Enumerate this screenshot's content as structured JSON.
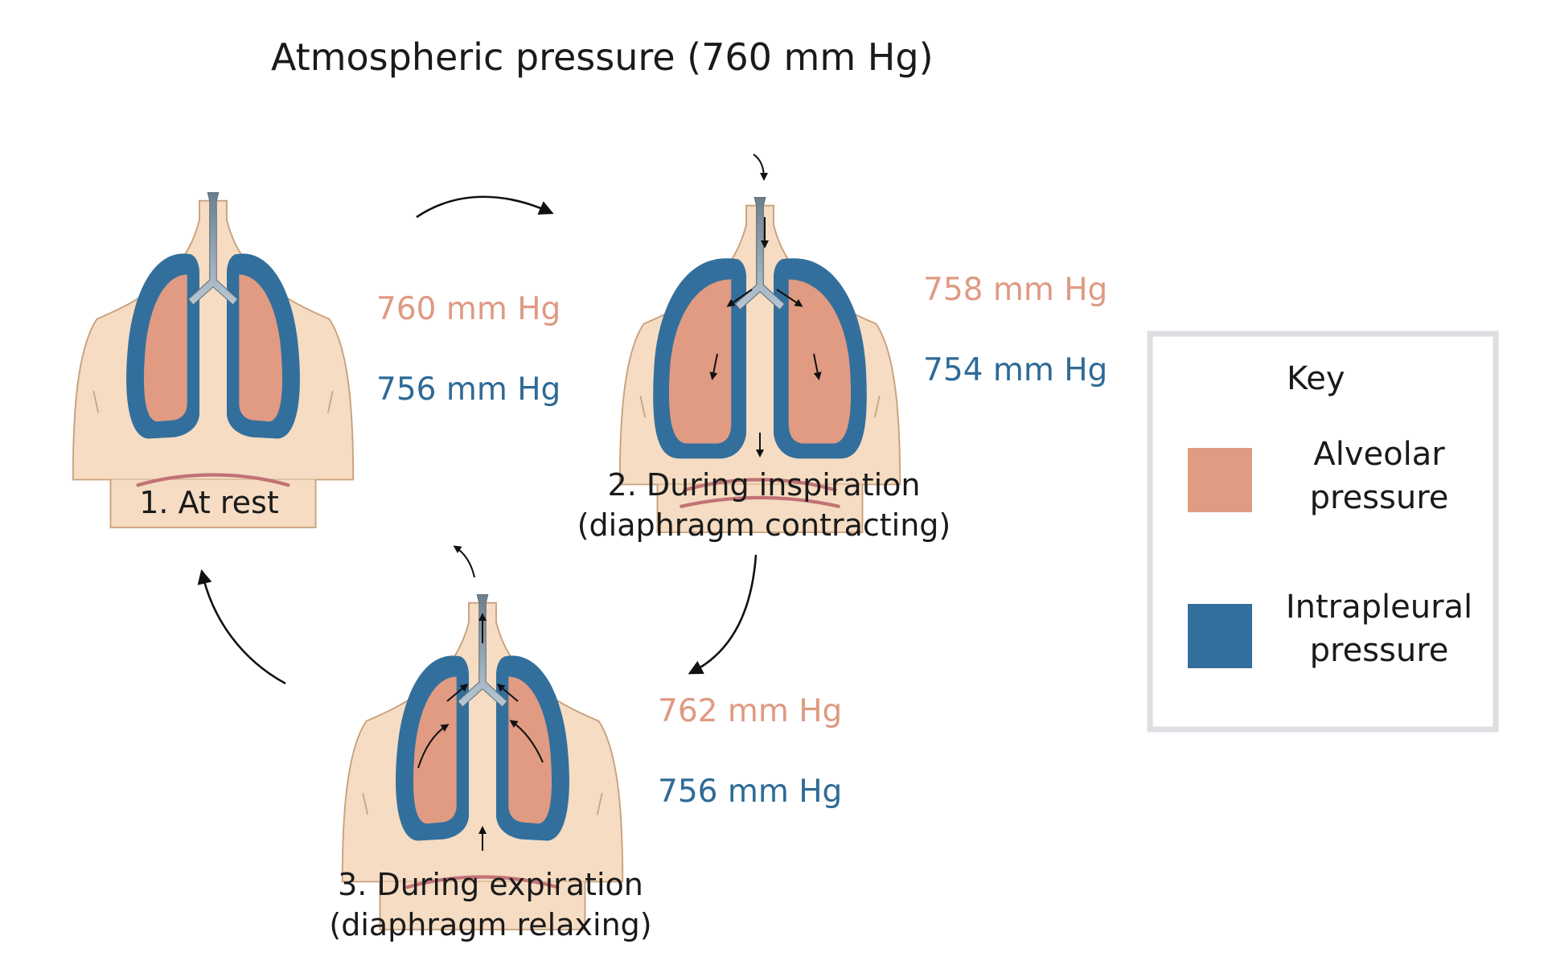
{
  "title": "Atmospheric pressure (760 mm Hg)",
  "colors": {
    "alveolar": "#e09b82",
    "intrapleural": "#336f9c",
    "skin": "#f5dcc2",
    "skin_outline": "#c9a07c",
    "trachea": "#8a9ba8",
    "diaphragm": "#c27276",
    "key_border": "#dedee3"
  },
  "stages": [
    {
      "caption_lines": [
        "1. At rest"
      ],
      "alveolar_pressure": "760 mm Hg",
      "intrapleural_pressure": "756 mm Hg"
    },
    {
      "caption_lines": [
        "2. During inspiration",
        "(diaphragm contracting)"
      ],
      "alveolar_pressure": "758 mm Hg",
      "intrapleural_pressure": "754 mm Hg"
    },
    {
      "caption_lines": [
        "3. During expiration",
        "(diaphragm relaxing)"
      ],
      "alveolar_pressure": "762 mm Hg",
      "intrapleural_pressure": "756 mm Hg"
    }
  ],
  "key": {
    "title": "Key",
    "items": [
      {
        "label_lines": [
          "Alveolar",
          "pressure"
        ]
      },
      {
        "label_lines": [
          "Intrapleural",
          "pressure"
        ]
      }
    ]
  }
}
